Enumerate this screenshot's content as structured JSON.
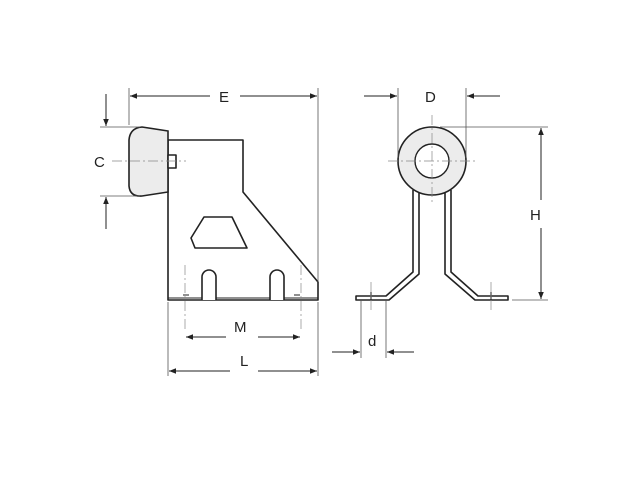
{
  "drawing": {
    "dimensions": {
      "E": "E",
      "C": "C",
      "M": "M",
      "L": "L",
      "D": "D",
      "H": "H",
      "d": "d"
    }
  },
  "colors": {
    "line": "#222222",
    "cap_fill": "#ececec",
    "background": "#ffffff"
  }
}
